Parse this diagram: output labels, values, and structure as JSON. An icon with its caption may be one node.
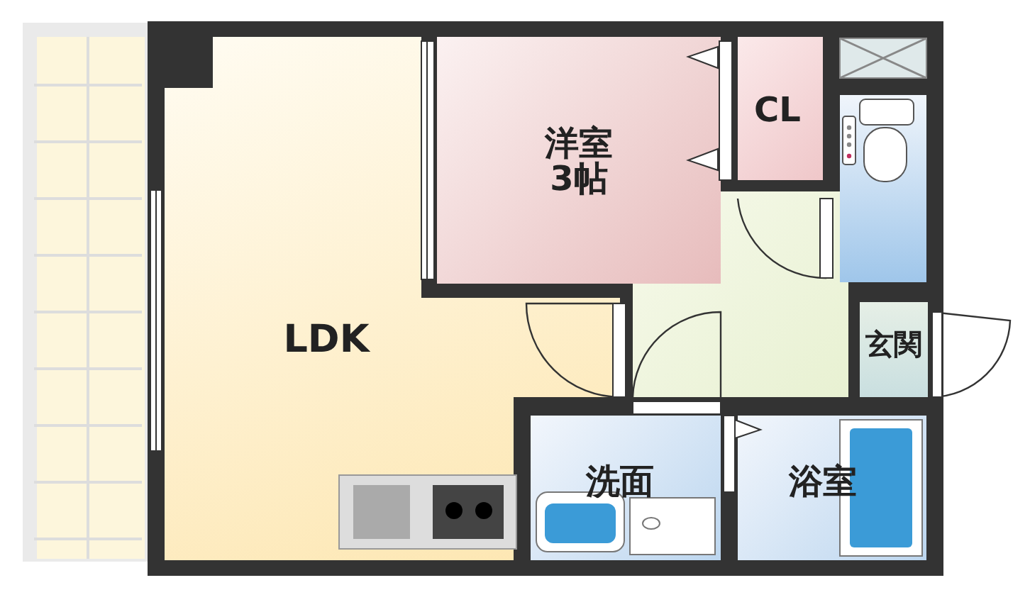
{
  "diagram": {
    "nodes": [
      {
        "text": [
          "洋室",
          "3帖"
        ]
      },
      {
        "text": [
          "CL"
        ]
      },
      {
        "text": [
          "LDK"
        ]
      },
      {
        "text": [
          "玄関"
        ]
      },
      {
        "text": [
          "洗面"
        ]
      },
      {
        "text": [
          "浴室"
        ]
      }
    ]
  }
}
